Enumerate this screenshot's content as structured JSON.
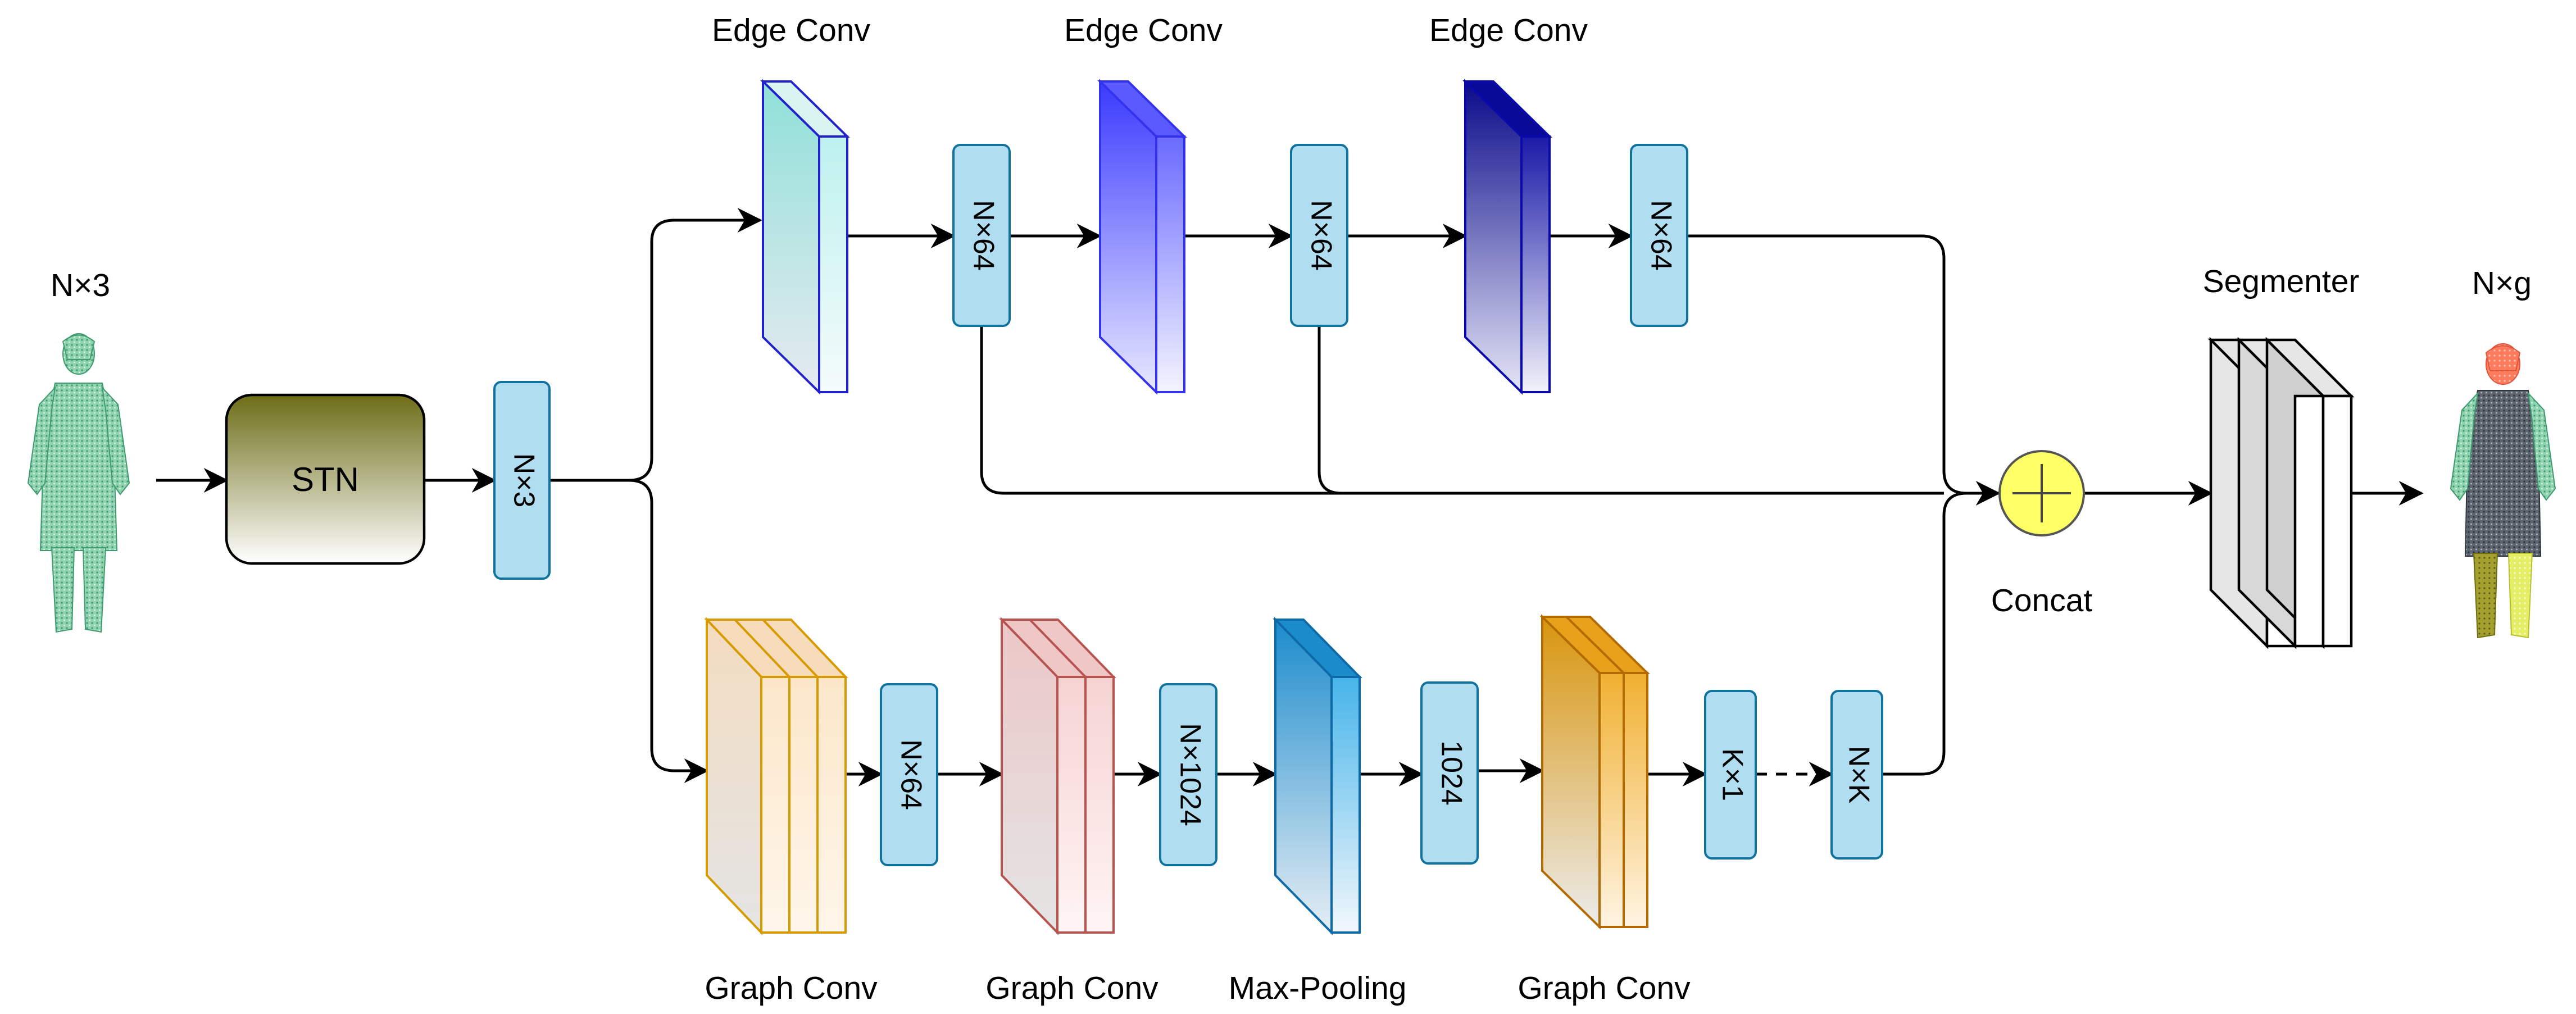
{
  "labels": {
    "input_shape": "N×3",
    "output_shape": "N×g",
    "stn": "STN",
    "edge_conv_1": "Edge Conv",
    "edge_conv_2": "Edge Conv",
    "edge_conv_3": "Edge Conv",
    "graph_conv_1": "Graph Conv",
    "graph_conv_2": "Graph Conv",
    "max_pooling": "Max-Pooling",
    "graph_conv_3": "Graph Conv",
    "concat": "Concat",
    "segmenter": "Segmenter"
  },
  "tensors": {
    "t_input": "N×3",
    "t_edge_1": "N×64",
    "t_edge_2": "N×64",
    "t_edge_3": "N×64",
    "t_graph_1": "N×64",
    "t_graph_2": "N×1024",
    "t_pool": "1024",
    "t_k1": "K×1",
    "t_nk": "N×K"
  },
  "colors": {
    "tensor_fill": "#b1ddf0",
    "tensor_stroke": "#10739e",
    "concat_fill": "#ffff66",
    "stn_top": "#6d6d17",
    "stn_bottom": "#ffffff",
    "edge_conv_1": "#9de0dd",
    "edge_conv_2": "#4444ff",
    "edge_conv_3": "#0b0b8a",
    "graph_conv_orange": "#d79b00",
    "graph_conv_red": "#b85450",
    "max_pool_blue": "#1b8bcc",
    "statue_input": "#5ab48a",
    "statue_output_body": "#4a5560",
    "statue_output_head": "#ff6b4a",
    "statue_output_legs_left": "#9a9a20",
    "statue_output_legs_right": "#e6f05a"
  }
}
